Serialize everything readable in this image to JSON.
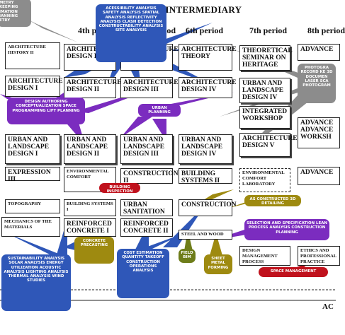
{
  "title": "S… – INTERMEDIARY",
  "periods": [
    "4th period",
    "5th period",
    "6th period",
    "7th period",
    "8th period"
  ],
  "courses": {
    "col1": [
      "ARCHITECTURE HISTORY II",
      "ARCHITECTURE DESIGN I",
      "URBAN AND LANDSCAPE DESIGN I",
      "EXPRESSION III",
      "TOPOGRAPHY",
      "MECHANICS OF THE MATERIALS"
    ],
    "col2": [
      "ARCHITECTURE DESIGN II",
      "ARCHITECTURE DESIGN II",
      "URBAN AND LANDSCAPE DESIGN II",
      "ENVIRONMENTAL COMFORT",
      "BUILDING SYSTEMS I",
      "REINFORCED CONCRETE I"
    ],
    "col3": [
      "ARCHITECTURE DESIGN III",
      "ARCHITECTURE DESIGN III",
      "URBAN AND LANDSCAPE DESIGN III",
      "CONSTRUCTION II",
      "URBAN SANITATION",
      "REINFORCED CONCRETE II"
    ],
    "col4": [
      "ARCHITECTURE THEORY",
      "ARCHITECTURE DESIGN IV",
      "URBAN AND LANDSCAPE DESIGN IV",
      "BUILDING SYSTEMS II",
      "CONSTRUCTION",
      "STEEL AND WOOD"
    ],
    "col5": [
      "THEORETICAL SEMINAR ON HERITAGE",
      "URBAN AND LANDSCAPE DESIGN IV",
      "INTEGRATED WORKSHOP",
      "ARCHITECTURE DESIGN V",
      "ENVIRONMENTAL COMFORT LABORATORY",
      "DESIGN MANAGEMENT PROCESS"
    ],
    "col6": [
      "ADVANCE",
      "ADVANCE ADVANCE WORKSH",
      "ADVANCE",
      "ETHICS AND PROFESSIONAL PRACTICE"
    ]
  },
  "bubbles": {
    "top_left": "METRY KEEPING IMATION IANNING ETRY",
    "blue_top": "ACESSIBILITY ANALYSIS SAFETY ANALYSIS SPATIAL ANALYSIS REFLECTIVITY ANALYSIS CLASH DETECTION CONSTRUCTABILITY ANALYSIS SITE ANALYSIS",
    "purple_left": "DESIGN AUTHORING CONCEPTUALIZATION SPACE PROGRAMMING LIFT PLANNING",
    "purple_mid": "URBAN PLANNING",
    "gray_right": "PHOTOGRA RECORD KE 3D DOCUMEN LASER SCA PHOTOGRAM",
    "red_building": "BUILDING INSPECTION",
    "as_constructed": "AS CONSTRUCTED 3D DETAILING",
    "purple_selection": "SELECTION AND SPECIFICATION LEAN PROCESS ANALYSIS CONSTRUCTION PLANNING",
    "blue_sustain": "SUSTAINABILITY ANALYSIS SOLAR ANALYSIS ENERGY UTILIZATION ACOUSTIC ANALYSIS LIGHTING ANALYSIS THERMAL ANALYSIS WIND STUDIES",
    "concrete": "CONCRETE PRECASTING",
    "blue_cost": "COST ESTIMATION QUANTITY TAKEOFF CONSTRUCTION OPERATIONS ANALYSIS",
    "field_bim": "FIELD BIM",
    "sheet_metal": "SHEET METAL FORMING",
    "space_mgmt": "SPACE MANAGEMENT"
  },
  "footer_text": "AC",
  "colors": {
    "blue": "#2f57b8",
    "purple": "#7b2cbf",
    "gray": "#8c8c8c",
    "red": "#c0121d",
    "olive": "#9e8a10",
    "green": "#6e7d1a"
  }
}
